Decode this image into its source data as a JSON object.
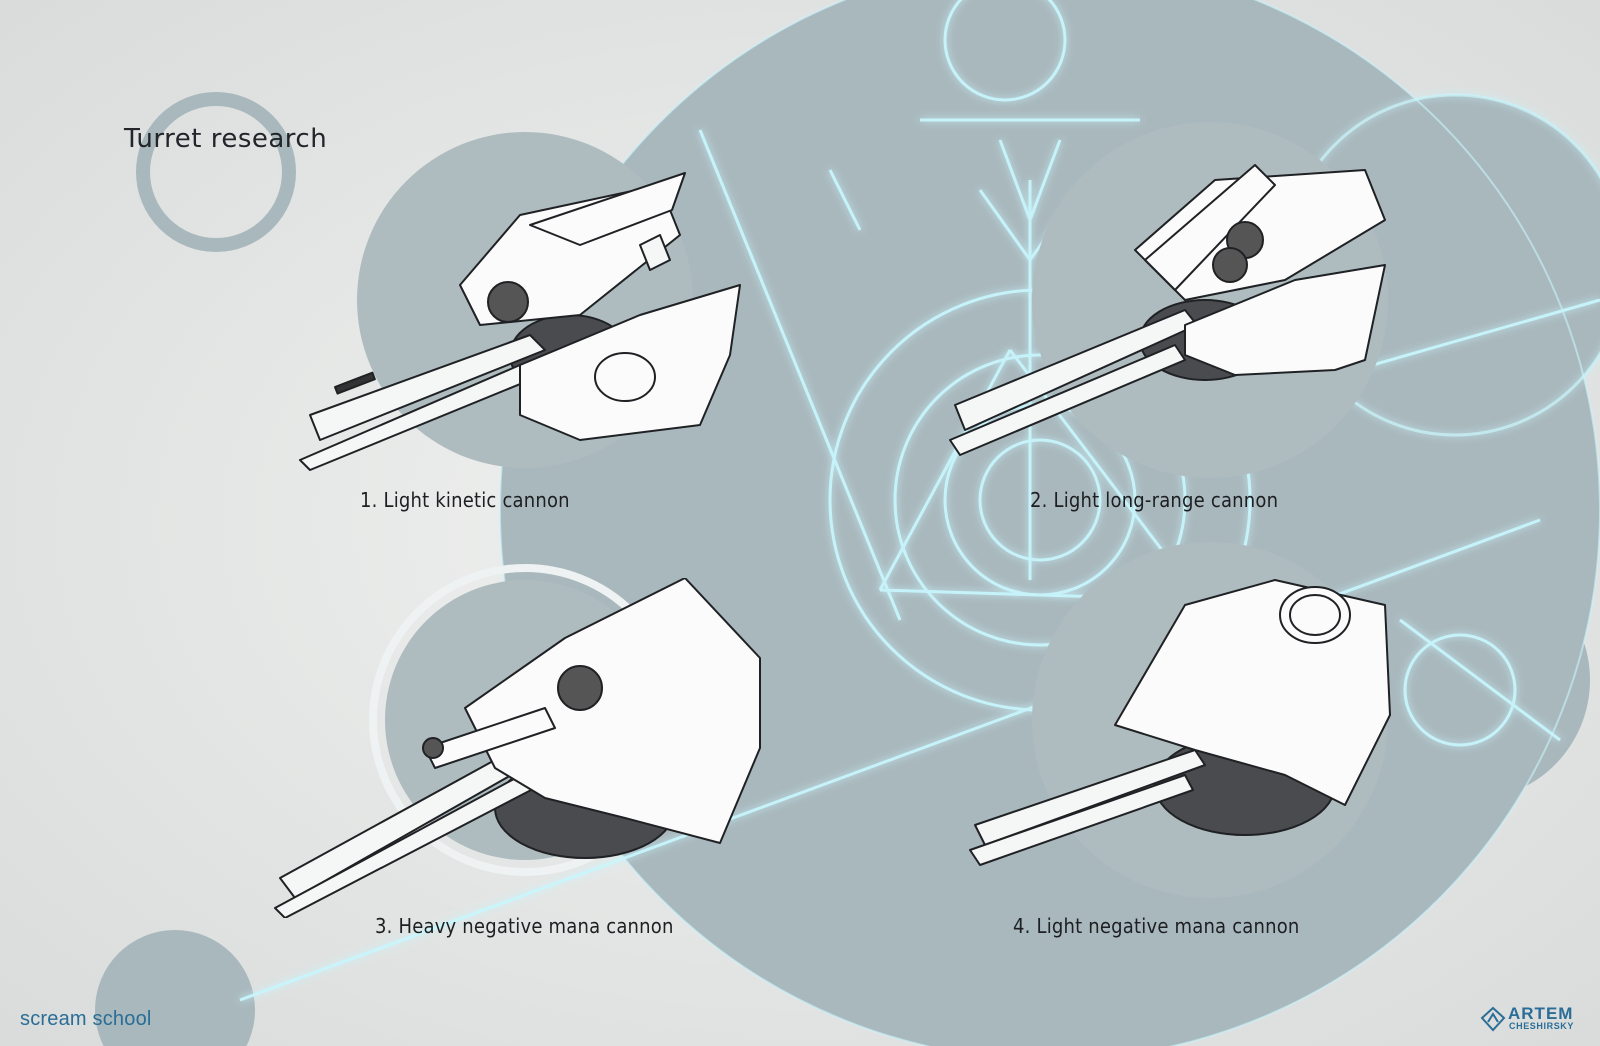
{
  "title": "Turret research",
  "turrets": [
    {
      "label": "1. Light kinetic cannon"
    },
    {
      "label": "2. Light long-range cannon"
    },
    {
      "label": "3. Heavy negative mana cannon"
    },
    {
      "label": "4. Light negative mana cannon"
    }
  ],
  "footer": {
    "school": "scream school",
    "artist_first": "ARTEM",
    "artist_last": "CHESHIRSKY"
  },
  "colors": {
    "background": "#e9ebea",
    "circle_fill": "#a9b8bd",
    "glow_lines": "#bff2fb",
    "brand_blue": "#2a6d97"
  },
  "icons": [
    "turret-1-drawing",
    "turret-2-drawing",
    "turret-3-drawing",
    "turret-4-drawing",
    "artist-logo-icon"
  ]
}
